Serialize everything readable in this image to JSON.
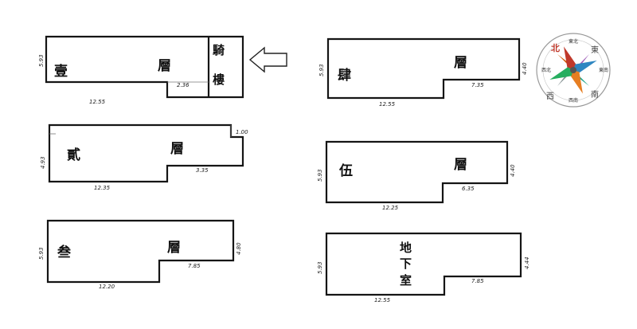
{
  "floor_plans": {
    "f1": {
      "label_num": "壹",
      "label_floor": "層",
      "width": "12.55",
      "step": "2.36",
      "depth": "5.93"
    },
    "arcade": {
      "label_1": "騎",
      "label_2": "樓"
    },
    "f2": {
      "label_num": "貳",
      "label_floor": "層",
      "width": "12.35",
      "step": "3.35",
      "depth": "4.93",
      "corner": "1.00"
    },
    "f3": {
      "label_num": "叁",
      "label_floor": "層",
      "width": "12.20",
      "step": "7.85",
      "depth": "5.93",
      "right_depth": "4.80"
    },
    "f4": {
      "label_num": "肆",
      "label_floor": "層",
      "width": "12.55",
      "step": "7.35",
      "depth": "5.93",
      "right_depth": "4.40"
    },
    "f5": {
      "label_num": "伍",
      "label_floor": "層",
      "width": "12.25",
      "step": "6.35",
      "depth": "5.93",
      "right_depth": "4.40"
    },
    "basement": {
      "label_1": "地",
      "label_2": "下",
      "label_3": "室",
      "width": "12.55",
      "step": "7.85",
      "depth": "5.93",
      "right_depth": "4.44"
    }
  },
  "compass": {
    "north": "北",
    "east": "東",
    "west": "西",
    "south": "南",
    "northeast": "東北",
    "northwest": "西北",
    "southeast": "東南",
    "southwest": "西南",
    "colors": {
      "north": "#c0392b",
      "east": "#2e86c1",
      "south": "#e67e22",
      "west": "#27ae60",
      "hub": "#555555"
    }
  },
  "arrow": {
    "icon": "left-arrow-icon"
  }
}
